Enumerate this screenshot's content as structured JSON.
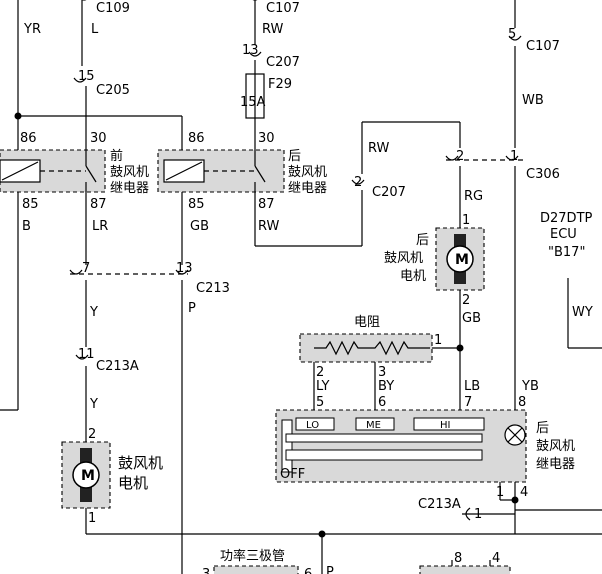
{
  "connectors": {
    "c109": "C109",
    "c107_top": "C107",
    "c207_top": "C207",
    "fuse_id": "F29",
    "fuse_rating": "15A",
    "c205": "C205",
    "c107_right": "C107",
    "c306": "C306",
    "c207_mid": "C207",
    "c213": "C213",
    "c213a_left": "C213A",
    "c213a_right": "C213A"
  },
  "wires": {
    "yr": "YR",
    "l": "L",
    "rw_top": "RW",
    "rw_mid": "RW",
    "wb": "WB",
    "rg": "RG",
    "lr": "LR",
    "b": "B",
    "gb_left": "GB",
    "rw_87": "RW",
    "y1": "Y",
    "p": "P",
    "y2": "Y",
    "gb_right": "GB",
    "ly": "LY",
    "by": "BY",
    "lb": "LB",
    "yb": "YB",
    "wy": "WY",
    "p_bottom": "P"
  },
  "pins": {
    "p13_top": "13",
    "p15": "15",
    "p5": "5",
    "r1_86": "86",
    "r1_30": "30",
    "r2_86": "86",
    "r2_30": "30",
    "r1_85": "85",
    "r1_87": "87",
    "r2_85": "85",
    "r2_87": "87",
    "c306_2": "2",
    "c306_1": "1",
    "c207_2": "2",
    "m_top_1": "1",
    "m_top_2": "2",
    "c213_7": "7",
    "c213_13": "13",
    "c213a_11": "11",
    "res_1": "1",
    "res_2": "2",
    "res_3": "3",
    "sw_5": "5",
    "sw_6": "6",
    "sw_7": "7",
    "sw_8": "8",
    "m_bot_2": "2",
    "m_bot_1": "1",
    "sw_1": "1",
    "sw_4": "4",
    "c213a_r_1": "1",
    "tr_3": "3",
    "tr_6": "6",
    "b_8": "8",
    "b_4": "4"
  },
  "labels": {
    "front_relay": [
      "前",
      "鼓风机",
      "继电器"
    ],
    "rear_relay": [
      "后",
      "鼓风机",
      "继电器"
    ],
    "rear_motor": [
      "后",
      "鼓风机",
      "电机"
    ],
    "ecu": [
      "D27DTP",
      "ECU",
      "\"B17\""
    ],
    "resistor": "电阻",
    "switch_lo": "LO",
    "switch_me": "ME",
    "switch_hi": "HI",
    "switch_off": "OFF",
    "rear_blower_relay_right": [
      "后",
      "鼓风机",
      "继电器"
    ],
    "front_motor": [
      "鼓风机",
      "电机"
    ],
    "transistor": "功率三极管",
    "motor_symbol": "M"
  }
}
